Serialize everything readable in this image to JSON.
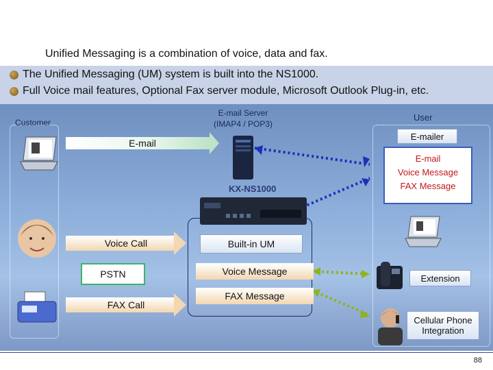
{
  "intro": "Unified Messaging is a combination of voice, data and fax.",
  "bullets": [
    "The Unified Messaging (UM) system is built into the NS1000.",
    "Full Voice mail features, Optional  Fax server module, Microsoft Outlook Plug-in, etc."
  ],
  "labels": {
    "customer": "Customer",
    "email_server_line1": "E-mail Server",
    "email_server_line2": "(IMAP4 / POP3)",
    "user": "User",
    "emailer": "E-mailer",
    "ns1000": "KX-NS1000",
    "email": "E-mail",
    "voice_call": "Voice Call",
    "pstn": "PSTN",
    "fax_call": "FAX Call",
    "builtin_um": "Built-in UM",
    "voice_message": "Voice Message",
    "fax_message": "FAX Message",
    "extension": "Extension",
    "cellular_line1": "Cellular Phone",
    "cellular_line2": "Integration"
  },
  "emailer_window": [
    "E-mail",
    "Voice Message",
    "FAX Message"
  ],
  "page_number": "88",
  "colors": {
    "accent_green": "#3cb36a",
    "link_blue": "#1f2fb8",
    "emailer_red": "#c0161a",
    "diagram_blue": "#8fb0dc"
  }
}
